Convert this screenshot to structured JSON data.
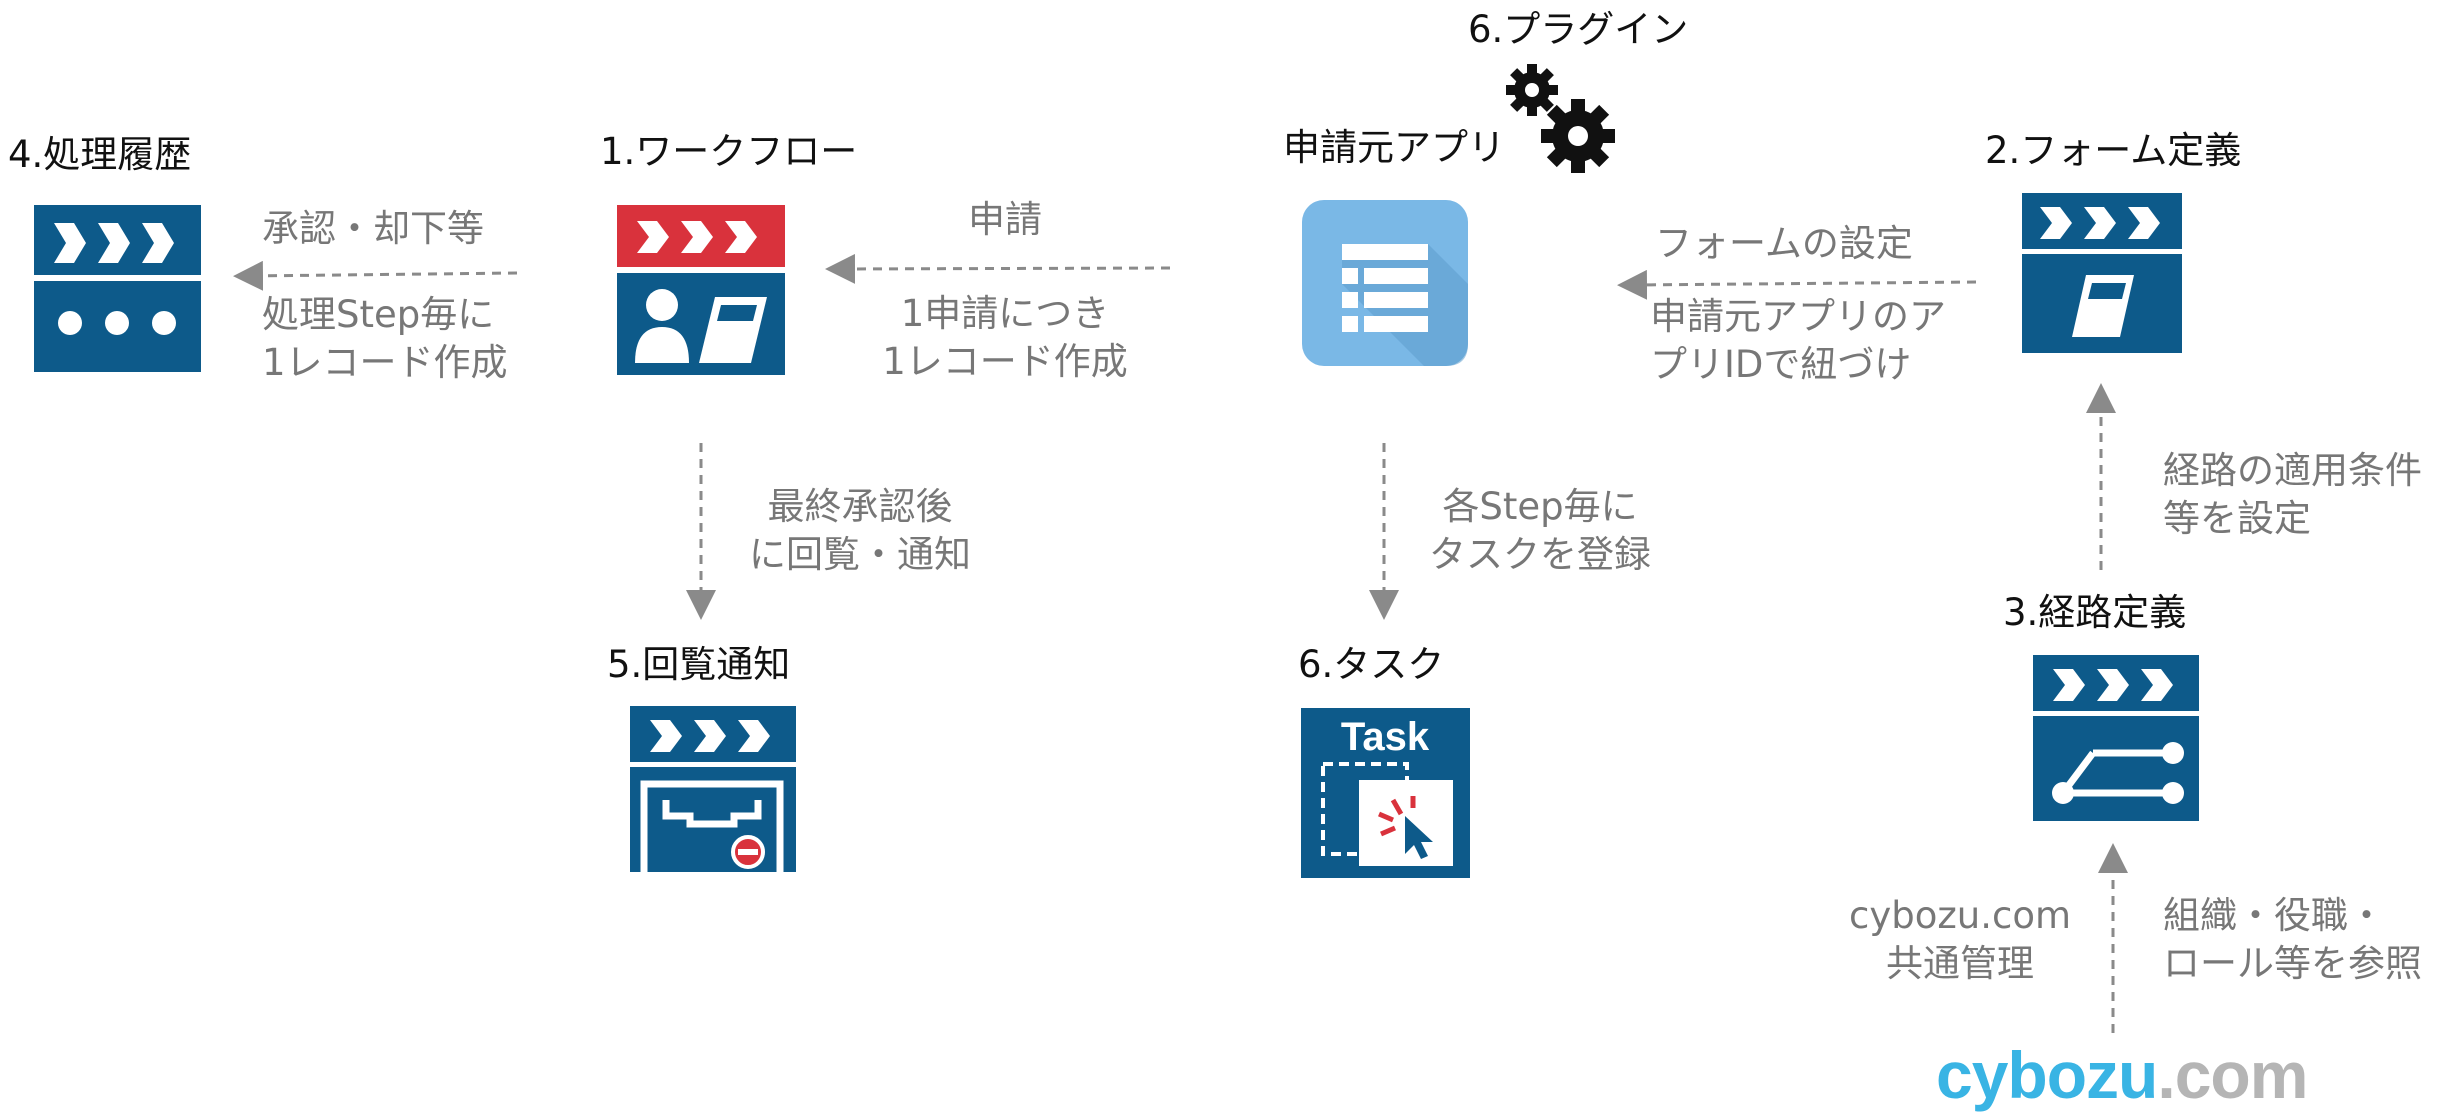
{
  "nodes": {
    "history": {
      "title": "4.処理履歴"
    },
    "workflow": {
      "title": "1.ワークフロー"
    },
    "source_app": {
      "title": "申請元アプリ"
    },
    "plugin": {
      "title": "6.プラグイン"
    },
    "form": {
      "title": "2.フォーム定義"
    },
    "route": {
      "title": "3.経路定義"
    },
    "notify": {
      "title": "5.回覧通知"
    },
    "task": {
      "title": "6.タスク",
      "icon_text": "Task"
    },
    "cybozu": {
      "logo_part1": "cybozu",
      "logo_part2": ".com"
    }
  },
  "edges": {
    "approve": {
      "line1": "承認・却下等",
      "line2": "処理Step毎に",
      "line3": "1レコード作成"
    },
    "apply": {
      "line1": "申請",
      "line2": "1申請につき",
      "line3": "1レコード作成"
    },
    "form_setting": {
      "line1": "フォームの設定",
      "line2": "申請元アプリのア",
      "line3": "プリIDで紐づけ"
    },
    "final": {
      "line1": "最終承認後",
      "line2": "に回覧・通知"
    },
    "task_reg": {
      "line1": "各Step毎に",
      "line2": "タスクを登録"
    },
    "route_cond": {
      "line1": "経路の適用条件",
      "line2": "等を設定"
    },
    "org": {
      "line1": "組織・役職・",
      "line2": "ロール等を参照"
    },
    "common": {
      "line1": "cybozu.com",
      "line2": "共通管理"
    }
  },
  "colors": {
    "navy": "#0d5a8a",
    "red": "#d9323c",
    "app_blue": "#7ab8e6",
    "arrow_gray": "#8a8a8a",
    "text_gray": "#777777",
    "logo_cyan": "#39b4e4",
    "logo_gray": "#b5b5b5"
  },
  "icons": [
    "history-icon",
    "workflow-icon",
    "app-icon",
    "gear-icon",
    "form-icon",
    "route-icon",
    "notify-icon",
    "task-icon"
  ]
}
